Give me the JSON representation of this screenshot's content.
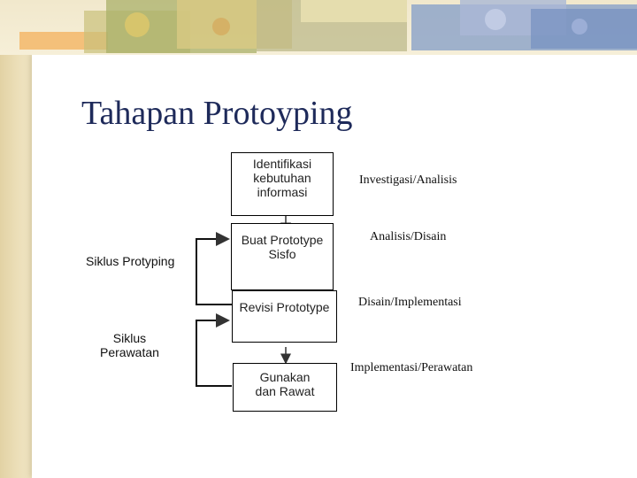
{
  "slide": {
    "title": "Tahapan Protoyping"
  },
  "diagram": {
    "boxes": [
      {
        "label": "Identifikasi\nkebutuhan\ninformasi"
      },
      {
        "label": "Buat Prototype\nSisfo"
      },
      {
        "label": "Revisi Prototype"
      },
      {
        "label": "Gunakan\ndan Rawat"
      }
    ],
    "stages": [
      "Investigasi/Analisis",
      "Analisis/Disain",
      "Disain/Implementasi",
      "Implementasi/Perawatan"
    ],
    "cycle_labels": {
      "prototyping": "Siklus Protyping",
      "maintenance": "Siklus\nPerawatan"
    }
  }
}
